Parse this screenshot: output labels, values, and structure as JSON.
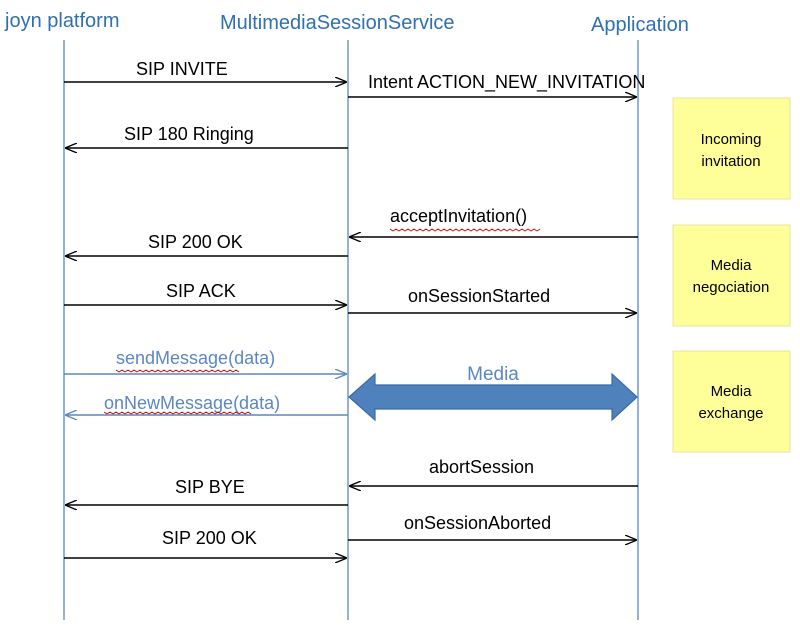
{
  "participants": {
    "joyn": "joyn platform",
    "service": "MultimediaSessionService",
    "app": "Application"
  },
  "messages": {
    "sip_invite": "SIP INVITE",
    "intent_new_invitation": "Intent ACTION_NEW_INVITATION",
    "sip_180_ringing": "SIP 180 Ringing",
    "accept_invitation": "acceptInvitation()",
    "sip_200_ok_1": "SIP 200 OK",
    "sip_ack": "SIP ACK",
    "on_session_started": "onSessionStarted",
    "send_message": "sendMessage(data)",
    "on_new_message": "onNewMessage(data)",
    "abort_session": "abortSession",
    "sip_bye": "SIP BYE",
    "sip_200_ok_2": "SIP 200 OK",
    "on_session_aborted": "onSessionAborted"
  },
  "media": {
    "label": "Media"
  },
  "notes": {
    "incoming_invitation": [
      "Incoming",
      "invitation"
    ],
    "media_negociation": [
      "Media",
      "negociation"
    ],
    "media_exchange": [
      "Media",
      "exchange"
    ]
  },
  "colors": {
    "lifeline": "#4a7ebb",
    "participant_text": "#2f6fb3",
    "arrow_black": "#000000",
    "arrow_blue": "#5b86c4",
    "media_arrow_fill": "#4f81bd",
    "media_arrow_stroke": "#3a6aa6",
    "note_fill": "#ffff99",
    "spellcheck_underline": "#cc0000"
  }
}
